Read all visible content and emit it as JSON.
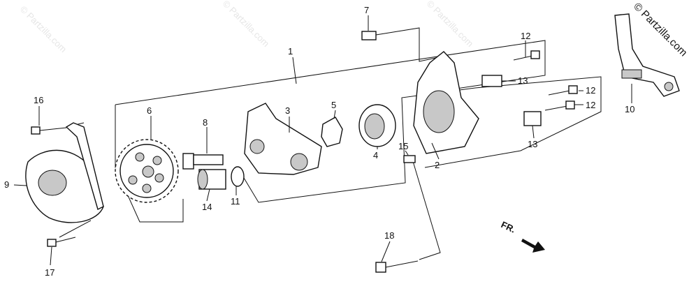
{
  "watermark": {
    "text": "© Partzilla.com",
    "corner_text": "© Partzilla.com"
  },
  "direction_marker": {
    "text": "FR."
  },
  "callouts": [
    {
      "id": "c1",
      "label": "1"
    },
    {
      "id": "c2",
      "label": "2"
    },
    {
      "id": "c3",
      "label": "3"
    },
    {
      "id": "c4",
      "label": "4"
    },
    {
      "id": "c5",
      "label": "5"
    },
    {
      "id": "c6",
      "label": "6"
    },
    {
      "id": "c7",
      "label": "7"
    },
    {
      "id": "c8",
      "label": "8"
    },
    {
      "id": "c9",
      "label": "9"
    },
    {
      "id": "c10",
      "label": "10"
    },
    {
      "id": "c11",
      "label": "11"
    },
    {
      "id": "c12a",
      "label": "12"
    },
    {
      "id": "c12b",
      "label": "12"
    },
    {
      "id": "c12c",
      "label": "12"
    },
    {
      "id": "c13a",
      "label": "13"
    },
    {
      "id": "c13b",
      "label": "13"
    },
    {
      "id": "c14",
      "label": "14"
    },
    {
      "id": "c15",
      "label": "15"
    },
    {
      "id": "c16",
      "label": "16"
    },
    {
      "id": "c17",
      "label": "17"
    },
    {
      "id": "c18",
      "label": "18"
    }
  ]
}
